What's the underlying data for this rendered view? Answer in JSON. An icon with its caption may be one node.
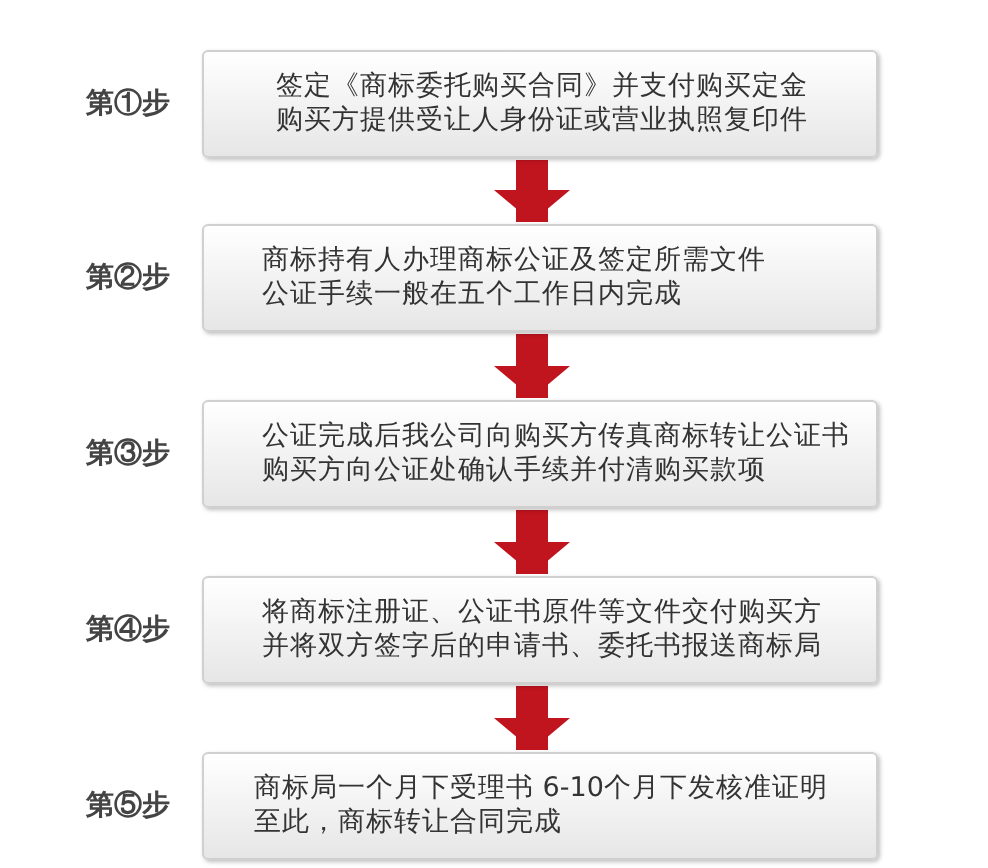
{
  "diagram": {
    "nodes": [
      {
        "text": [
          "第①步",
          "签定《商标委托购买合同》并支付购买定金",
          "购买方提供受让人身份证或营业执照复印件"
        ]
      },
      {
        "text": [
          "第②步",
          "商标持有人办理商标公证及签定所需文件",
          "公证手续一般在五个工作日内完成"
        ]
      },
      {
        "text": [
          "第③步",
          "公证完成后我公司向购买方传真商标转让公证书",
          "购买方向公证处确认手续并付清购买款项"
        ]
      },
      {
        "text": [
          "第④步",
          "将商标注册证、公证书原件等文件交付购买方",
          "并将双方签字后的申请书、委托书报送商标局"
        ]
      },
      {
        "text": [
          "第⑤步",
          "商标局一个月下受理书 6-10个月下发核准证明",
          "至此，商标转让合同完成"
        ]
      }
    ],
    "edges": [
      {
        "from": 0,
        "to": 1,
        "arrow": "to"
      },
      {
        "from": 1,
        "to": 2,
        "arrow": "to"
      },
      {
        "from": 2,
        "to": 3,
        "arrow": "to"
      },
      {
        "from": 3,
        "to": 4,
        "arrow": "to"
      }
    ]
  }
}
